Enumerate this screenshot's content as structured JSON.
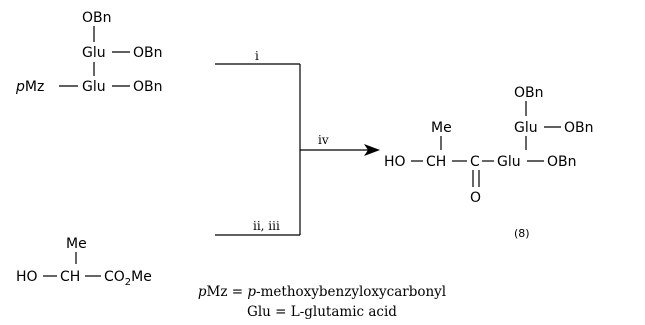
{
  "reactant_top": {
    "obn_1": "OBn",
    "glu_1": "Glu",
    "obn_2": "OBn",
    "pmz_prefix": "p",
    "pmz_suffix": "Mz",
    "glu_2": "Glu",
    "obn_3": "OBn"
  },
  "reactant_bottom": {
    "me": "Me",
    "ho": "HO",
    "ch": "CH",
    "co2": "CO",
    "co2_sub": "2",
    "co2_me": "Me"
  },
  "steps": {
    "top": "i",
    "bottom": "ii, iii",
    "merge": "iv"
  },
  "product": {
    "me": "Me",
    "ho": "HO",
    "ch": "CH",
    "c": "C",
    "o": "O",
    "glu_1": "Glu",
    "obn_1": "OBn",
    "obn_2": "OBn",
    "glu_2": "Glu",
    "obn_3": "OBn",
    "label": "(8)"
  },
  "legend": {
    "pmz_prefix": "p",
    "pmz_main": "Mz = ",
    "pmz_def_prefix": "p",
    "pmz_def_main": "-methoxybenzyloxycarbonyl",
    "glu_line": "Glu = L-glutamic acid"
  }
}
